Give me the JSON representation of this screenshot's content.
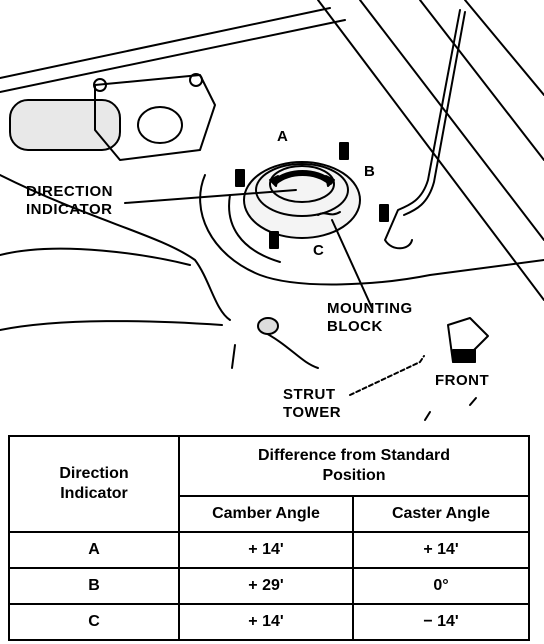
{
  "illustration": {
    "labels": {
      "a": "A",
      "b": "B",
      "c": "C",
      "direction_indicator": "DIRECTION\nINDICATOR",
      "mounting_block": "MOUNTING\nBLOCK",
      "front": "FRONT",
      "strut_tower": "STRUT\nTOWER"
    }
  },
  "table": {
    "header": {
      "direction_indicator": "Direction\nIndicator",
      "difference": "Difference from Standard\nPosition",
      "camber": "Camber Angle",
      "caster": "Caster Angle"
    },
    "rows": [
      {
        "indicator": "A",
        "camber": "+ 14'",
        "caster": "+ 14'"
      },
      {
        "indicator": "B",
        "camber": "+ 29'",
        "caster": "0°"
      },
      {
        "indicator": "C",
        "camber": "+ 14'",
        "caster": "− 14'"
      }
    ]
  }
}
